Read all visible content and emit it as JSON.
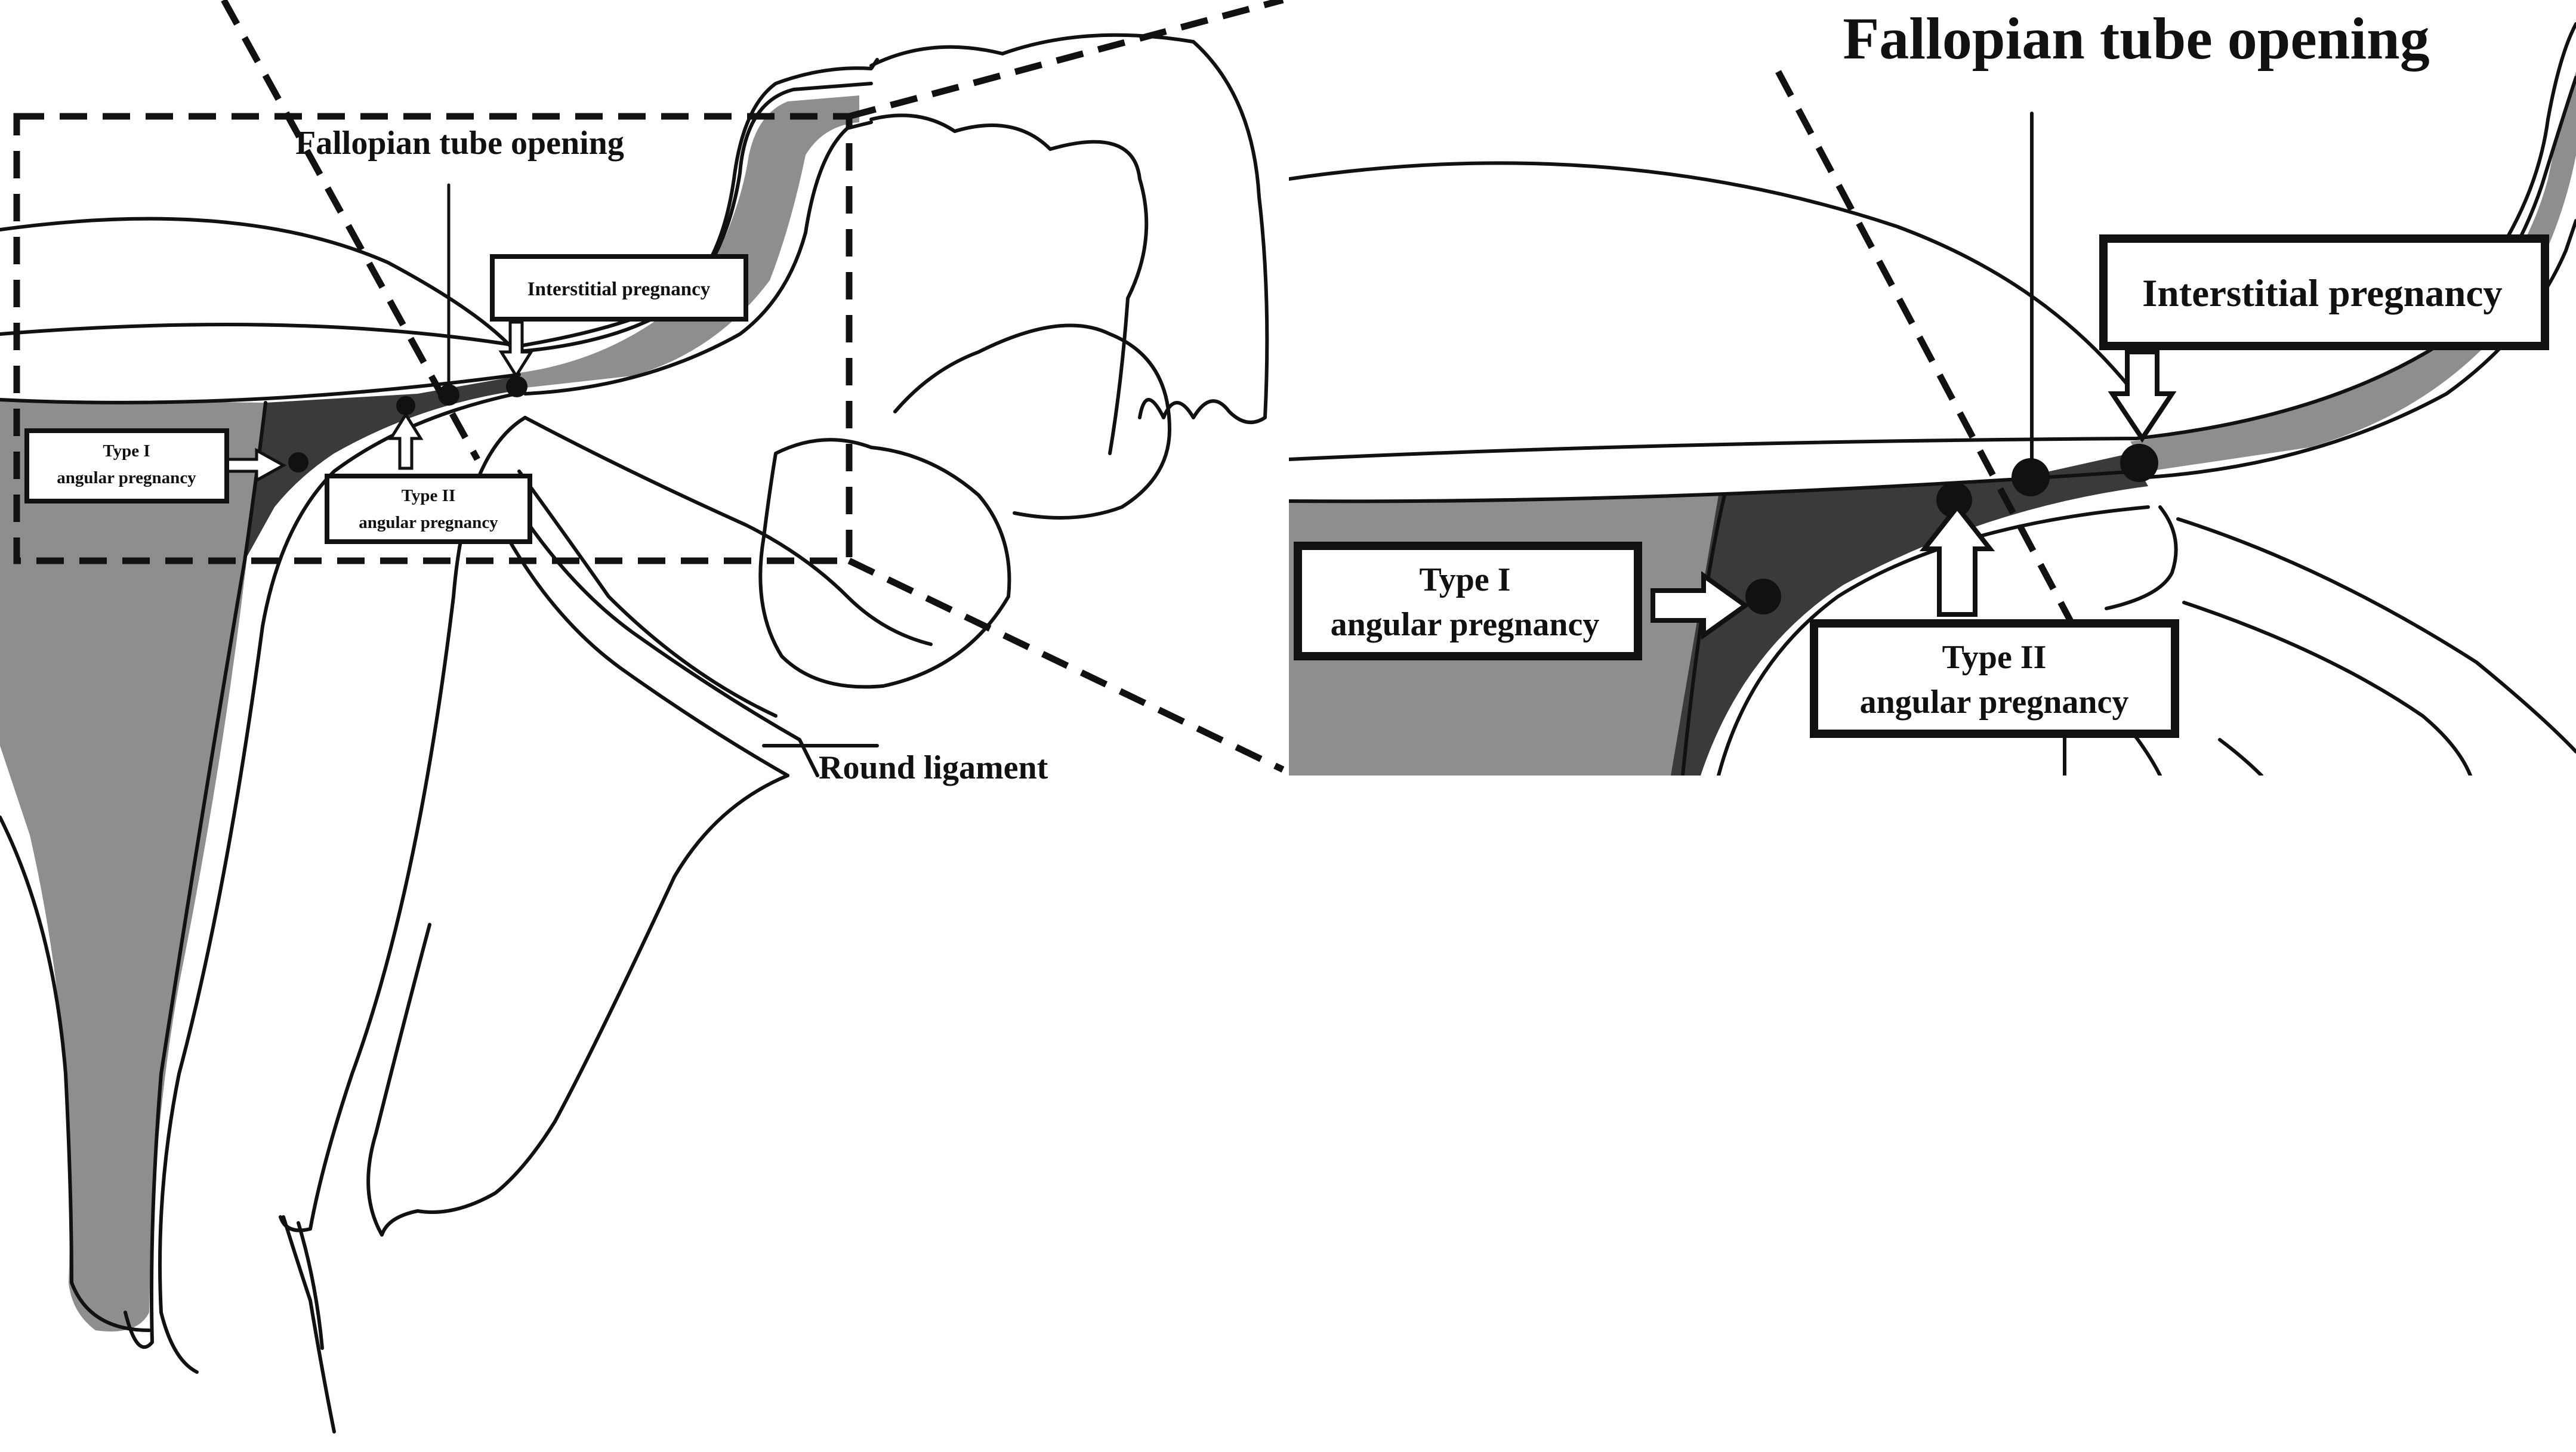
{
  "labels": {
    "fallopian_opening": "Fallopian tube opening",
    "interstitial": "Interstitial pregnancy",
    "type1_line1": "Type I",
    "type1_line2": "angular pregnancy",
    "type2_line1": "Type II",
    "type2_line2": "angular pregnancy",
    "round_ligament": "Round ligament"
  },
  "colors": {
    "cavity_fill": "#8e8e8e",
    "dark_zone": "#3a3a3a",
    "line": "#111111",
    "background": "#ffffff"
  }
}
